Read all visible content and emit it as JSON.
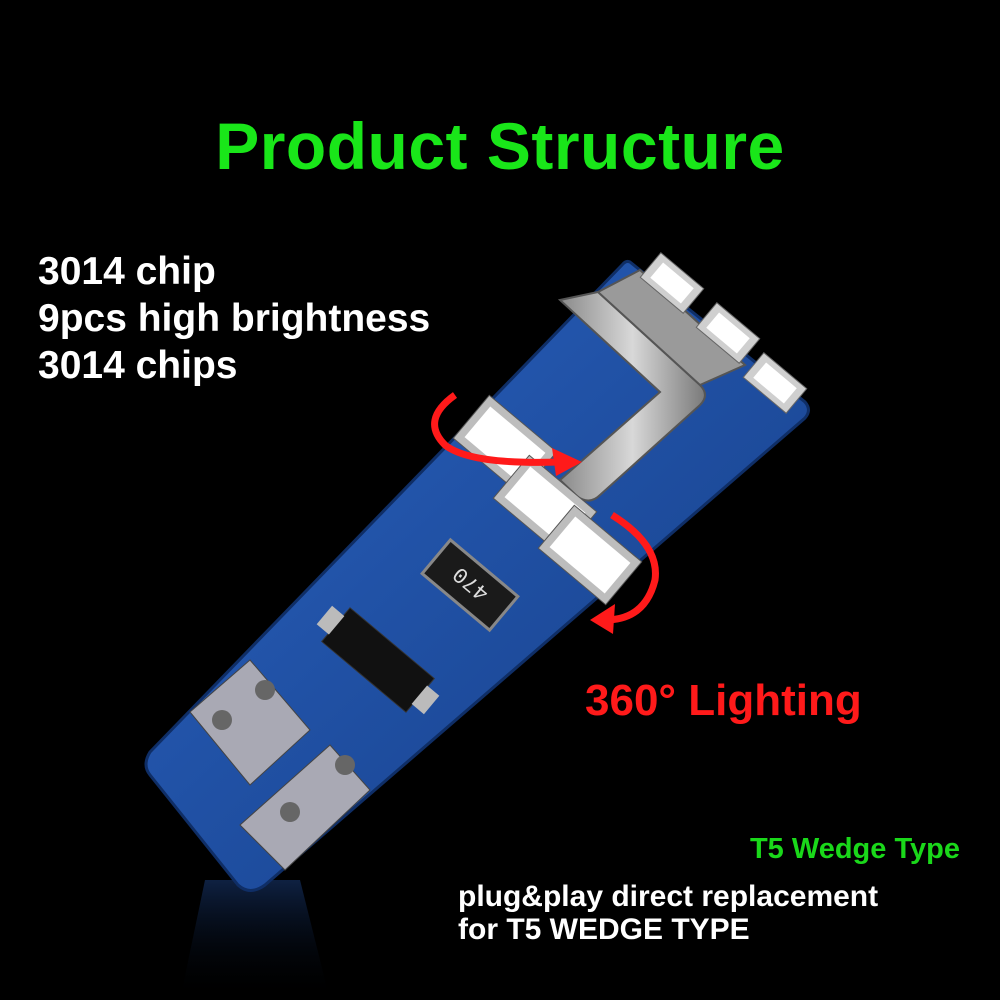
{
  "title": "Product Structure",
  "features": {
    "line1": "3014 chip",
    "line2": "9pcs high brightness",
    "line3": "3014 chips"
  },
  "lighting": "360°  Lighting",
  "resistor_marking": "470",
  "wedge_type": "T5 Wedge Type",
  "replacement": {
    "line1": "plug&play direct replacement",
    "line2": "for T5 WEDGE TYPE"
  },
  "colors": {
    "background": "#000000",
    "title": "#19e619",
    "pcb": "#1f4fa3",
    "led": "#ffffff",
    "arrow": "#ff1a1a"
  }
}
